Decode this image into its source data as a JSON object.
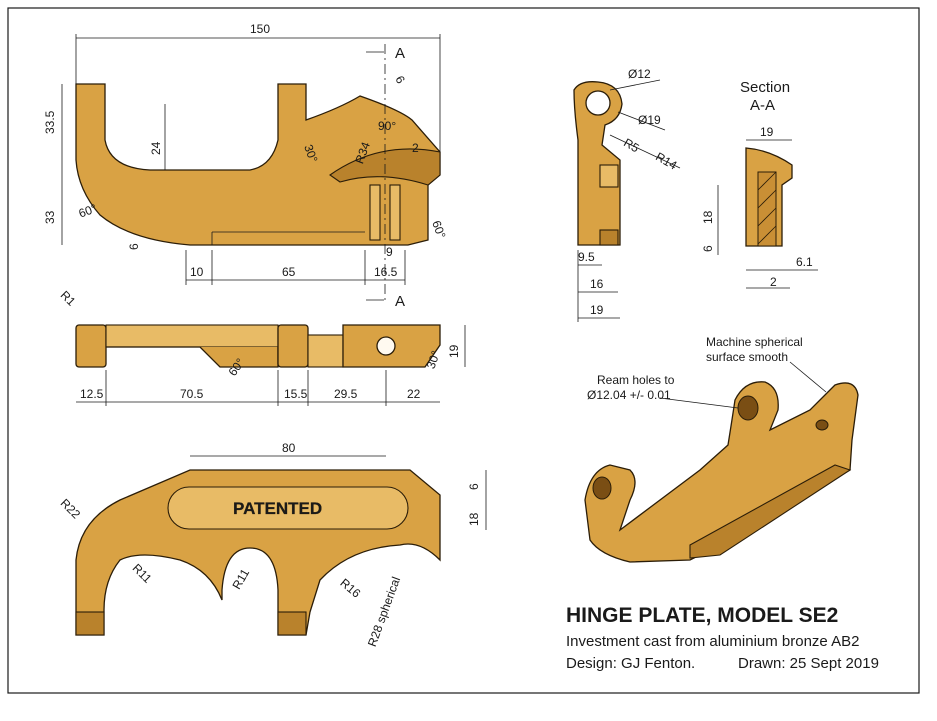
{
  "dimensions": {
    "overall_length": "150",
    "height_upper": "33.5",
    "height_lower": "33",
    "slot_depth": "24",
    "slot_width_6": "6",
    "angle_90": "90°",
    "angle_30a": "30°",
    "radius_34": "R34",
    "offset_2": "2",
    "angle_60a": "60°",
    "angle_60b": "60°",
    "base_6": "6",
    "rib_9": "9",
    "len_10": "10",
    "len_65": "65",
    "len_16_5": "16.5",
    "section_mark_top": "A",
    "section_mark_bottom": "A",
    "front_r1": "R1",
    "front_12_5": "12.5",
    "front_70_5": "70.5",
    "front_15_5": "15.5",
    "front_29_5": "29.5",
    "front_22": "22",
    "front_19": "19",
    "front_angle_60": "60°",
    "front_angle_30": "30°",
    "plan_80": "80",
    "plan_6": "6",
    "plan_18": "18",
    "plan_r22": "R22",
    "plan_r11a": "R11",
    "plan_r11b": "R11",
    "plan_r16": "R16",
    "plan_r28": "R28 spherical",
    "plan_emboss": "PATENTED",
    "side_d12": "Ø12",
    "side_d19": "Ø19",
    "side_r5": "R5",
    "side_r14": "R14",
    "side_9_5": "9.5",
    "side_16": "16",
    "side_19": "19",
    "sec_title_1": "Section",
    "sec_title_2": "A-A",
    "sec_19": "19",
    "sec_18": "18",
    "sec_6": "6",
    "sec_6_1": "6.1",
    "sec_2": "2"
  },
  "notes": {
    "ream_1": "Ream holes to",
    "ream_2": "Ø12.04 +/- 0.01",
    "machine_1": "Machine spherical",
    "machine_2": "surface smooth"
  },
  "title_block": {
    "title": "HINGE PLATE, MODEL SE2",
    "material": "Investment cast from aluminium bronze AB2",
    "design": "Design:  GJ Fenton.",
    "drawn": "Drawn: 25 Sept 2019"
  },
  "colors": {
    "bronze": "#d9a244",
    "outline": "#2b1d08"
  }
}
